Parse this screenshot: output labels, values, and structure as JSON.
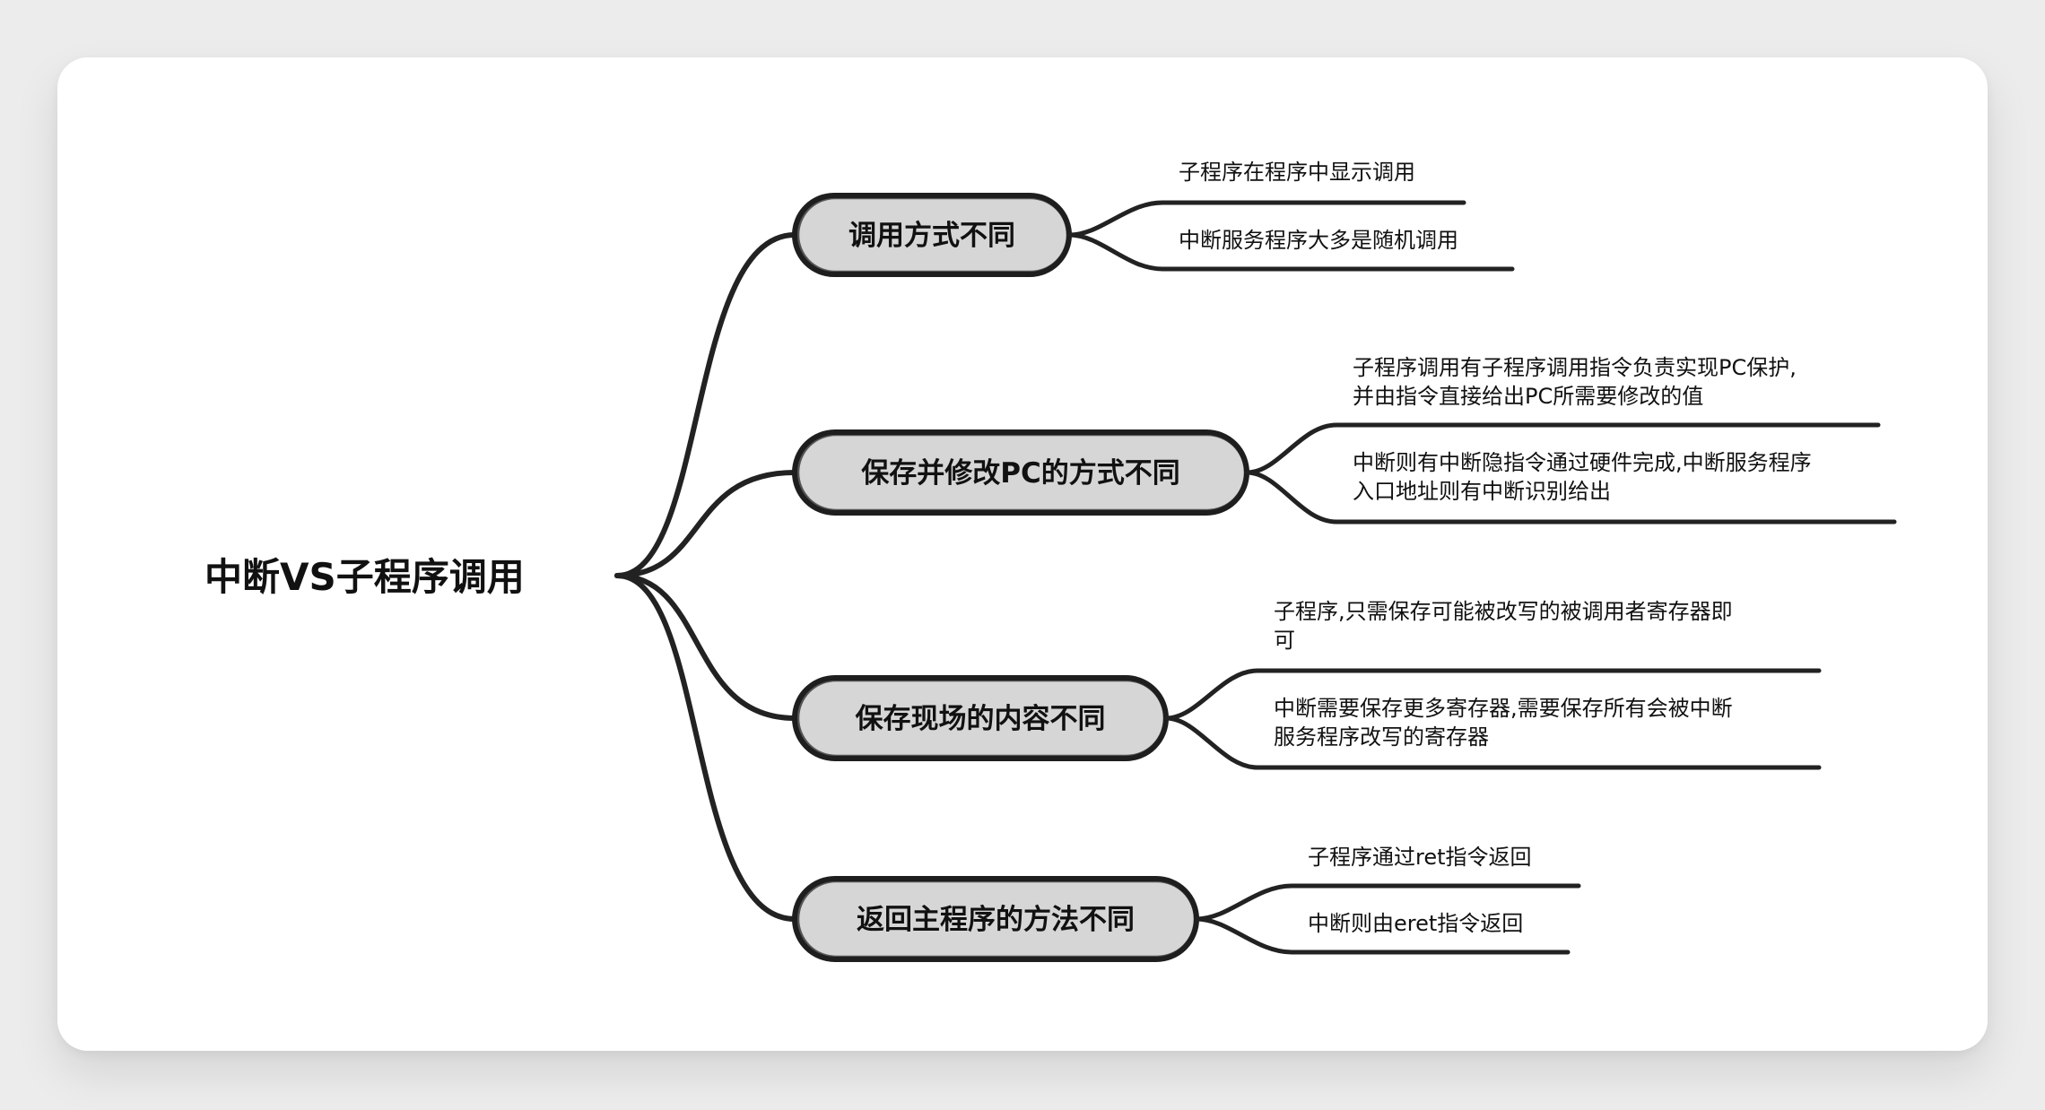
{
  "mindmap": {
    "root": {
      "label": "中断VS子程序调用"
    },
    "branches": [
      {
        "label": "调用方式不同",
        "leaves": [
          [
            "子程序在程序中显示调用"
          ],
          [
            "中断服务程序大多是随机调用"
          ]
        ]
      },
      {
        "label": "保存并修改PC的方式不同",
        "leaves": [
          [
            "子程序调用有子程序调用指令负责实现PC保护,",
            "并由指令直接给出PC所需要修改的值"
          ],
          [
            "中断则有中断隐指令通过硬件完成,中断服务程序",
            "入口地址则有中断识别给出"
          ]
        ]
      },
      {
        "label": "保存现场的内容不同",
        "leaves": [
          [
            "子程序,只需保存可能被改写的被调用者寄存器即",
            "可"
          ],
          [
            "中断需要保存更多寄存器,需要保存所有会被中断",
            "服务程序改写的寄存器"
          ]
        ]
      },
      {
        "label": "返回主程序的方法不同",
        "leaves": [
          [
            "子程序通过ret指令返回"
          ],
          [
            "中断则由eret指令返回"
          ]
        ]
      }
    ]
  }
}
